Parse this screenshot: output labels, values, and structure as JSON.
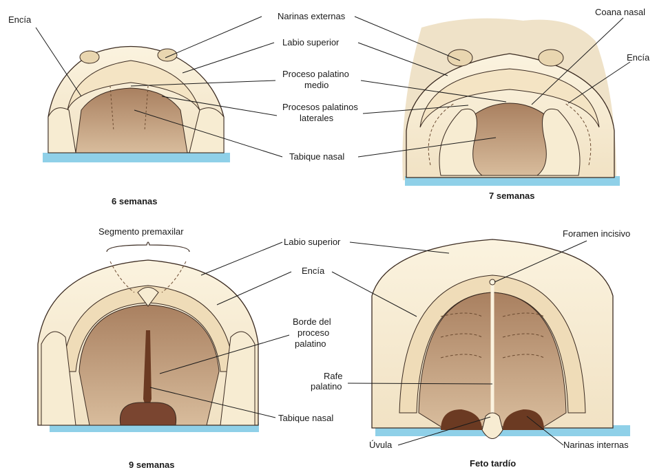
{
  "captions": {
    "p1": "6 semanas",
    "p2": "7 semanas",
    "p3": "9 semanas",
    "p4": "Feto tardío"
  },
  "labels": {
    "encia_p1": "Encía",
    "narinas_externas": "Narinas externas",
    "labio_superior_top": "Labio superior",
    "proceso_palatino_medio_1": "Proceso palatino",
    "proceso_palatino_medio_2": "medio",
    "procesos_palatinos_laterales_1": "Procesos palatinos",
    "procesos_palatinos_laterales_2": "laterales",
    "tabique_nasal_top": "Tabique nasal",
    "coana_nasal": "Coana nasal",
    "encia_p2": "Encía",
    "segmento_premaxilar": "Segmento premaxilar",
    "labio_superior_bottom": "Labio superior",
    "encia_bottom": "Encía",
    "borde_proceso_1": "Borde del",
    "borde_proceso_2": "proceso",
    "borde_proceso_3": "palatino",
    "rafe_1": "Rafe",
    "rafe_2": "palatino",
    "tabique_nasal_bottom": "Tabique nasal",
    "foramen_incisivo": "Foramen incisivo",
    "uvula": "Úvula",
    "narinas_internas": "Narinas internas"
  },
  "colors": {
    "skin": "#f7ecd2",
    "palate": "#c9a584",
    "palate_dark": "#8b5a3c",
    "blue_shadow": "#8fd0e8",
    "outline": "#3a2a20"
  }
}
